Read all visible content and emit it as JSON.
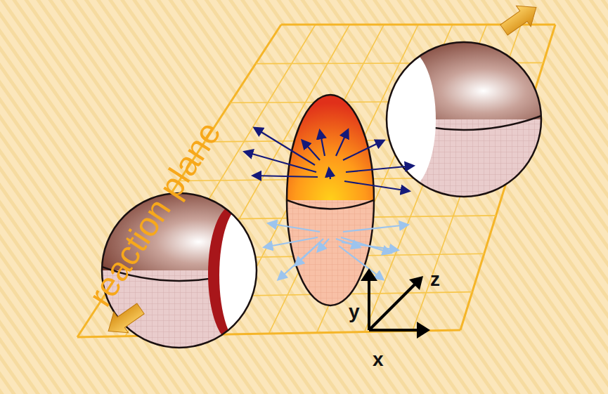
{
  "diagram": {
    "labels": [
      "reaction plane",
      "y",
      "z",
      "x"
    ]
  }
}
